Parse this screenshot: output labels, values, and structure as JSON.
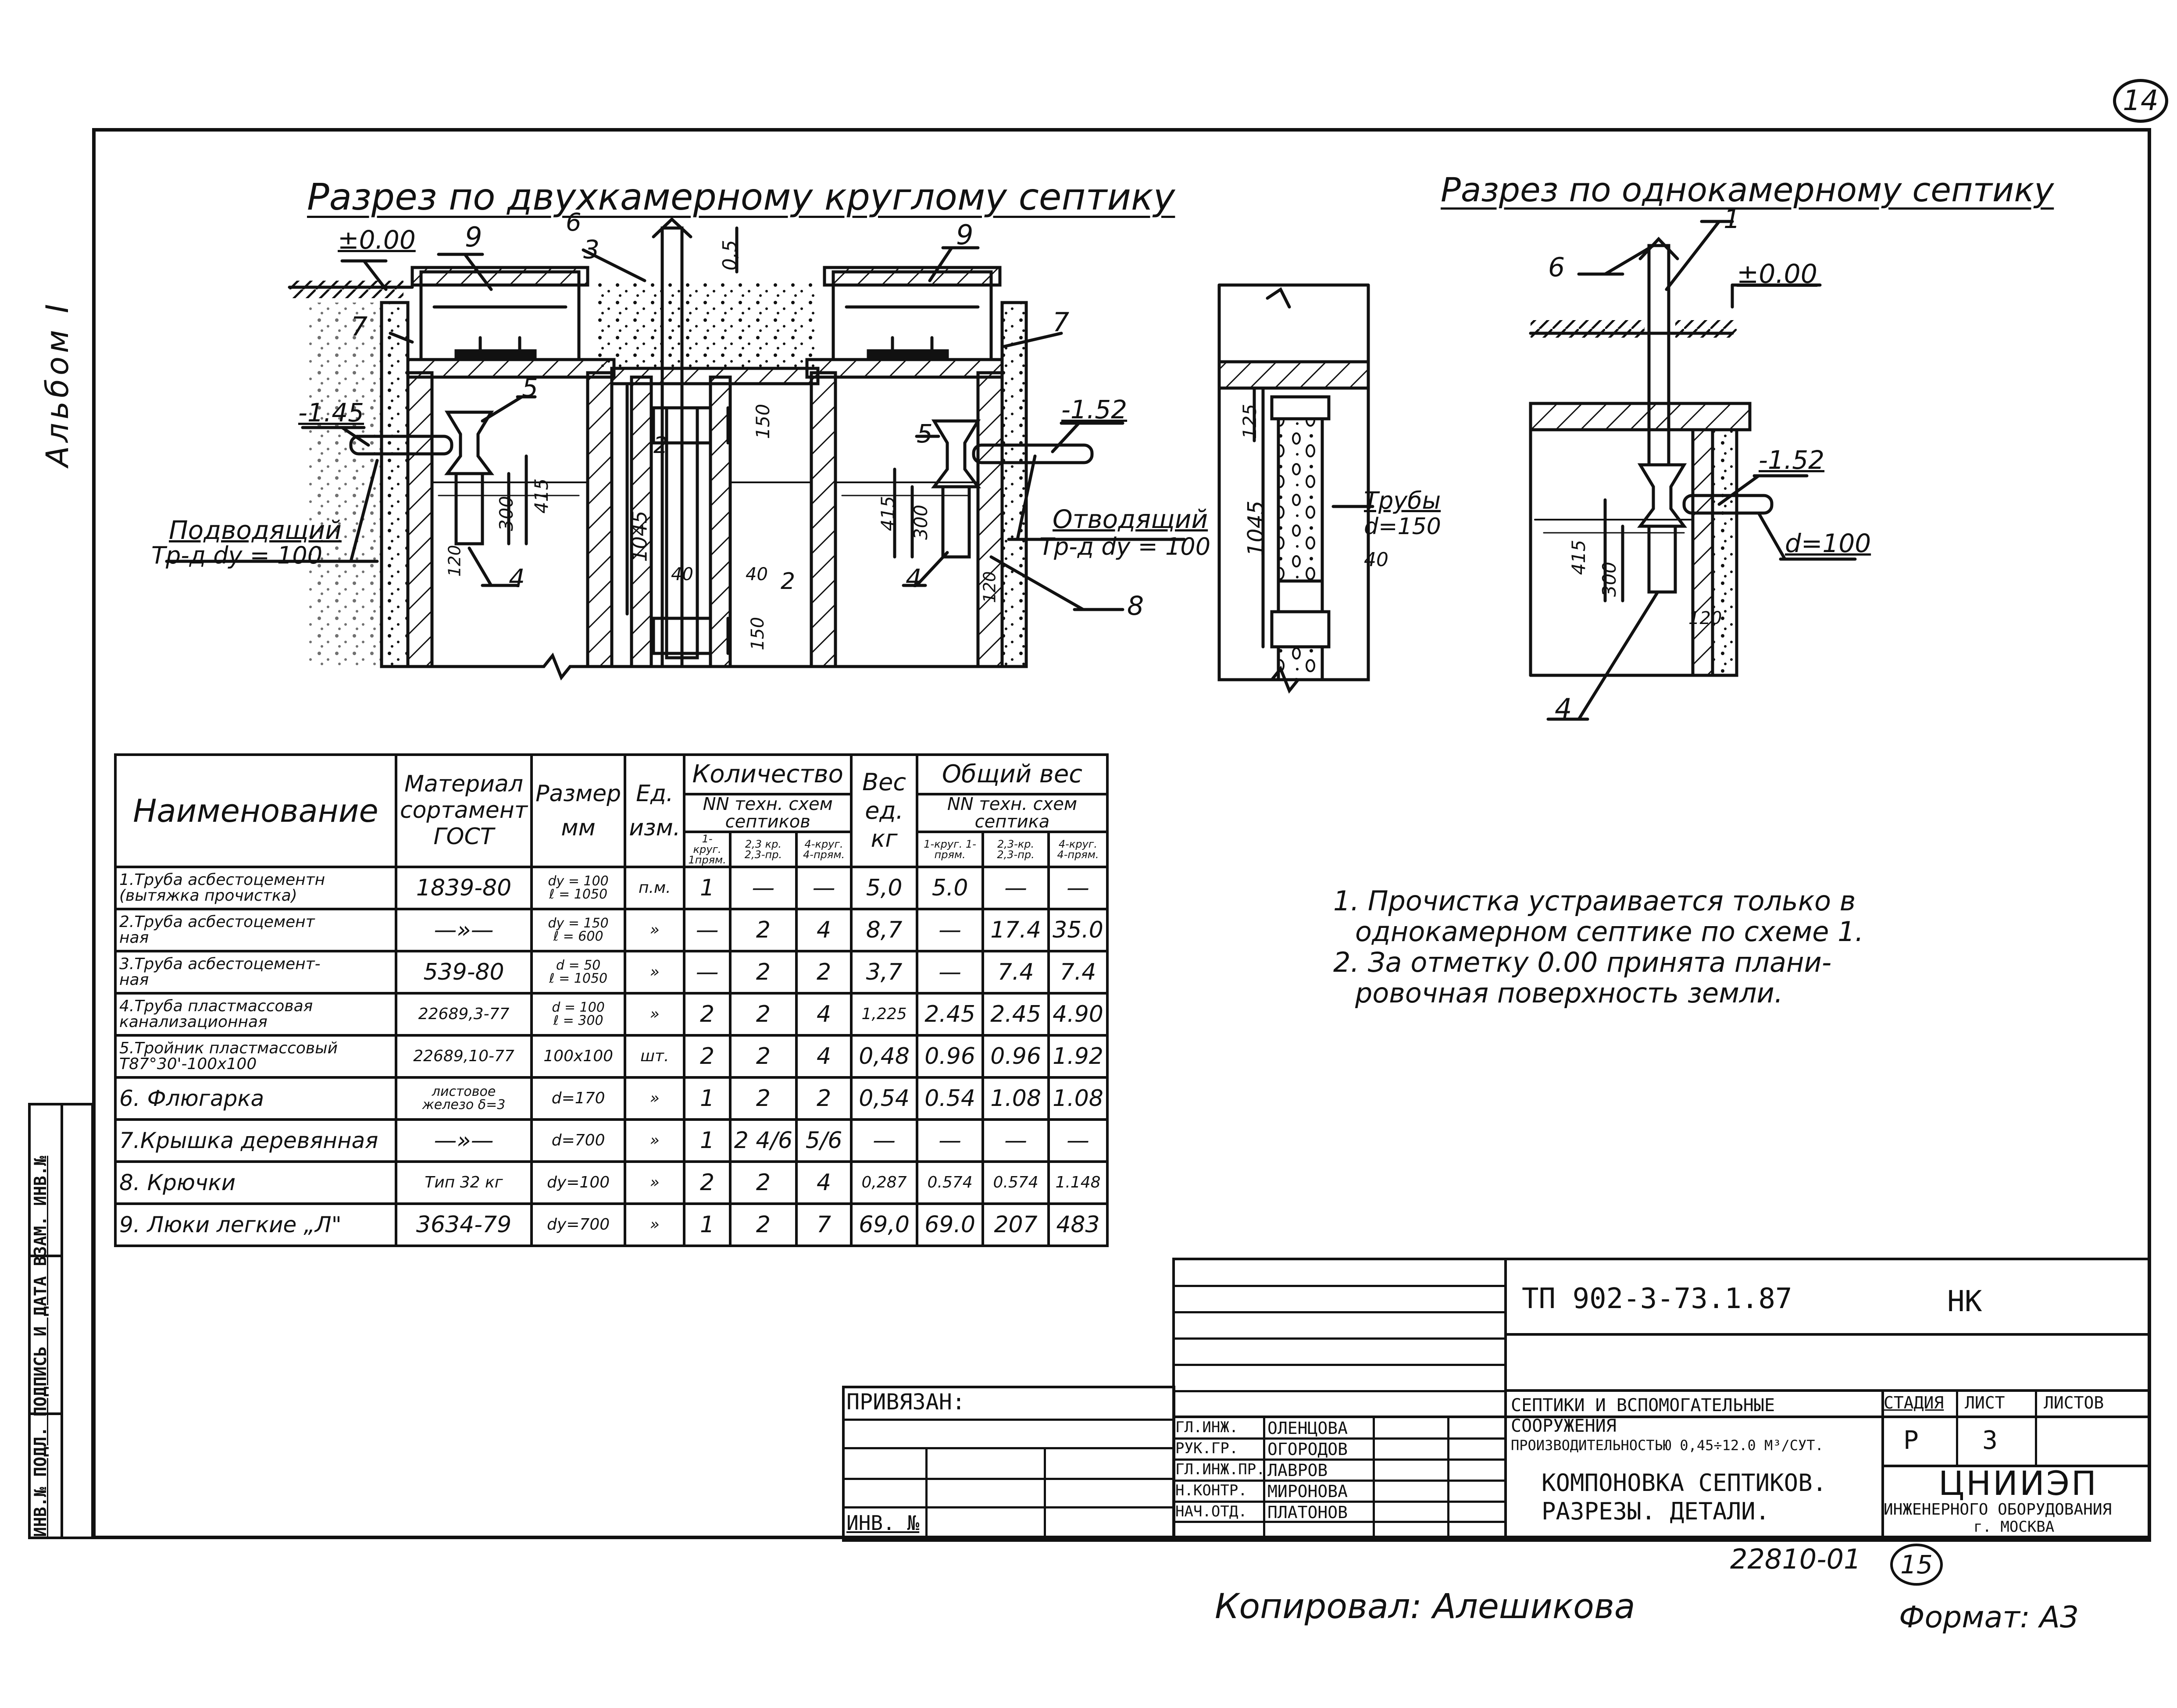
{
  "sheet_number": "14",
  "album": "Альбом I",
  "section_left": {
    "title": "Разрез по двухкамерному круглому септику",
    "labels": {
      "zero": "±0.00",
      "n9a": "9",
      "n6": "6",
      "n3": "3",
      "dim05": "0,5",
      "n9b": "9",
      "n7a": "7",
      "n7b": "7",
      "lvl145": "-1.45",
      "n5a": "5",
      "n5b": "5",
      "lvl152": "-1.52",
      "n2a": "2",
      "dim150a": "150",
      "dim300a": "300",
      "dim415a": "415",
      "dim1045": "1045",
      "dim415b": "415",
      "dim300b": "300",
      "dim120a": "120",
      "n4a": "4",
      "dim40a": "40",
      "dim40b": "40",
      "n2b": "2",
      "n4b": "4",
      "dim120b": "120",
      "dim150b": "150",
      "n8": "8",
      "inlet1": "Подводящий",
      "inlet2": "Тр-д dу = 100",
      "outlet1": "Отводящий",
      "outlet2": "Тр-д dу = 100"
    }
  },
  "section_middle": {
    "labels": {
      "dim125": "125",
      "dim1045": "1045",
      "pipes1": "Трубы",
      "pipes2": "d=150",
      "dim40": "40"
    }
  },
  "section_right": {
    "title": "Разрез по однокамерному септику",
    "labels": {
      "n1": "1",
      "n6": "6",
      "zero": "±0.00",
      "lvl152": "-1.52",
      "d100": "d=100",
      "dim415": "415",
      "dim300": "300",
      "dim120": "120",
      "n4": "4"
    }
  },
  "spec_table": {
    "headers": {
      "name": "Наименование",
      "material": [
        "Материал",
        "сортамент",
        "ГОСТ"
      ],
      "size": [
        "Размер",
        "мм"
      ],
      "unit": [
        "Ед.",
        "изм."
      ],
      "qty": "Количество",
      "qty_sub": [
        "NN техн. схем",
        "септиков"
      ],
      "qty_cols": [
        "1-круг. 1прям.",
        "2,3 кр. 2,3-пр.",
        "4-круг. 4-прям."
      ],
      "unit_weight": [
        "Вес",
        "ед.",
        "кг"
      ],
      "total_weight": "Общий вес",
      "tw_sub": [
        "NN техн. схем",
        "септика"
      ],
      "tw_cols": [
        "1-круг. 1-прям.",
        "2,3-кр. 2,3-пр.",
        "4-круг. 4-прям."
      ]
    },
    "rows": [
      {
        "name": [
          "1.Труба асбестоцементн",
          "(вытяжка прочистка)"
        ],
        "material": "1839-80",
        "size": [
          "dу = 100",
          "ℓ = 1050"
        ],
        "unit": "п.м.",
        "q1": "1",
        "q2": "—",
        "q3": "—",
        "w": "5,0",
        "t1": "5.0",
        "t2": "—",
        "t3": "—"
      },
      {
        "name": [
          "2.Труба асбестоцемент",
          "ная"
        ],
        "material": "—»—",
        "size": [
          "dу = 150",
          "ℓ = 600"
        ],
        "unit": "»",
        "q1": "—",
        "q2": "2",
        "q3": "4",
        "w": "8,7",
        "t1": "—",
        "t2": "17.4",
        "t3": "35.0"
      },
      {
        "name": [
          "3.Труба асбестоцемент-",
          "ная"
        ],
        "material": "539-80",
        "size": [
          "d = 50",
          "ℓ = 1050"
        ],
        "unit": "»",
        "q1": "—",
        "q2": "2",
        "q3": "2",
        "w": "3,7",
        "t1": "—",
        "t2": "7.4",
        "t3": "7.4"
      },
      {
        "name": [
          "4.Труба пластмассовая",
          "канализационная"
        ],
        "material": "22689,3-77",
        "size": [
          "d = 100",
          "ℓ = 300"
        ],
        "unit": "»",
        "q1": "2",
        "q2": "2",
        "q3": "4",
        "w": "1,225",
        "t1": "2.45",
        "t2": "2.45",
        "t3": "4.90"
      },
      {
        "name": [
          "5.Тройник пластмассовый",
          "Т87°30'-100х100"
        ],
        "material": "22689,10-77",
        "size": [
          "100х100"
        ],
        "unit": "шт.",
        "q1": "2",
        "q2": "2",
        "q3": "4",
        "w": "0,48",
        "t1": "0.96",
        "t2": "0.96",
        "t3": "1.92"
      },
      {
        "name": [
          "6. Флюгарка"
        ],
        "material": [
          "листовое",
          "железо δ=3"
        ],
        "size": [
          "d=170"
        ],
        "unit": "»",
        "q1": "1",
        "q2": "2",
        "q3": "2",
        "w": "0,54",
        "t1": "0.54",
        "t2": "1.08",
        "t3": "1.08"
      },
      {
        "name": [
          "7.Крышка деревянная"
        ],
        "material": "—»—",
        "size": [
          "d=700"
        ],
        "unit": "»",
        "q1": "1",
        "q2": "2 4/6",
        "q3": "5/6",
        "w": "—",
        "t1": "—",
        "t2": "—",
        "t3": "—"
      },
      {
        "name": [
          "8. Крючки"
        ],
        "material": "Тип 32 кг",
        "size": [
          "dу=100"
        ],
        "unit": "»",
        "q1": "2",
        "q2": "2",
        "q3": "4",
        "w": "0,287",
        "t1": "0.574",
        "t2": "0.574",
        "t3": "1.148"
      },
      {
        "name": [
          "9. Люки легкие „Л\""
        ],
        "material": "3634-79",
        "size": [
          "dу=700"
        ],
        "unit": "»",
        "q1": "1",
        "q2": "2",
        "q3": "7",
        "w": "69,0",
        "t1": "69.0",
        "t2": "207",
        "t3": "483"
      }
    ]
  },
  "notes": [
    "1. Прочистка устраивается только в",
    "однокамерном септике по схеме 1.",
    "2. За отметку 0.00 принята плани-",
    "ровочная поверхность земли."
  ],
  "title_block": {
    "doc_code": "ТП 902-3-73.1.87",
    "section": "НК",
    "bound": "ПРИВЯЗАН:",
    "inv": "ИНВ. №",
    "roles": [
      "ГЛ.ИНЖ.",
      "РУК.ГР.",
      "ГЛ.ИНЖ.ПР.",
      "Н.КОНТР.",
      "НАЧ.ОТД."
    ],
    "names": [
      "ОЛЕНЦОВА",
      "ОГОРОДОВ",
      "ЛАВРОВ",
      "МИРОНОВА",
      "ПЛАТОНОВ"
    ],
    "project": [
      "СЕПТИКИ И ВСПОМОГАТЕЛЬНЫЕ",
      "СООРУЖЕНИЯ",
      "ПРОИЗВОДИТЕЛЬНОСТЬЮ 0,45÷12.0 М³/СУТ."
    ],
    "sheet_title": [
      "КОМПОНОВКА СЕПТИКОВ.",
      "РАЗРЕЗЫ. ДЕТАЛИ."
    ],
    "stage_label": "СТАДИЯ",
    "sheet_label": "ЛИСТ",
    "sheets_label": "ЛИСТОВ",
    "stage": "Р",
    "sheet": "3",
    "org1": "ЦНИИЭП",
    "org2": "ИНЖЕНЕРНОГО ОБОРУДОВАНИЯ",
    "org3": "г. МОСКВА"
  },
  "side_stamp": "ИНВ.№ ПОДЛ. ПОДПИСЬ И ДАТА ВЗАМ. ИНВ.№",
  "order_no": "22810-01",
  "page_circle": "15",
  "copied": "Копировал: Алешикова",
  "format": "Формат: А3"
}
